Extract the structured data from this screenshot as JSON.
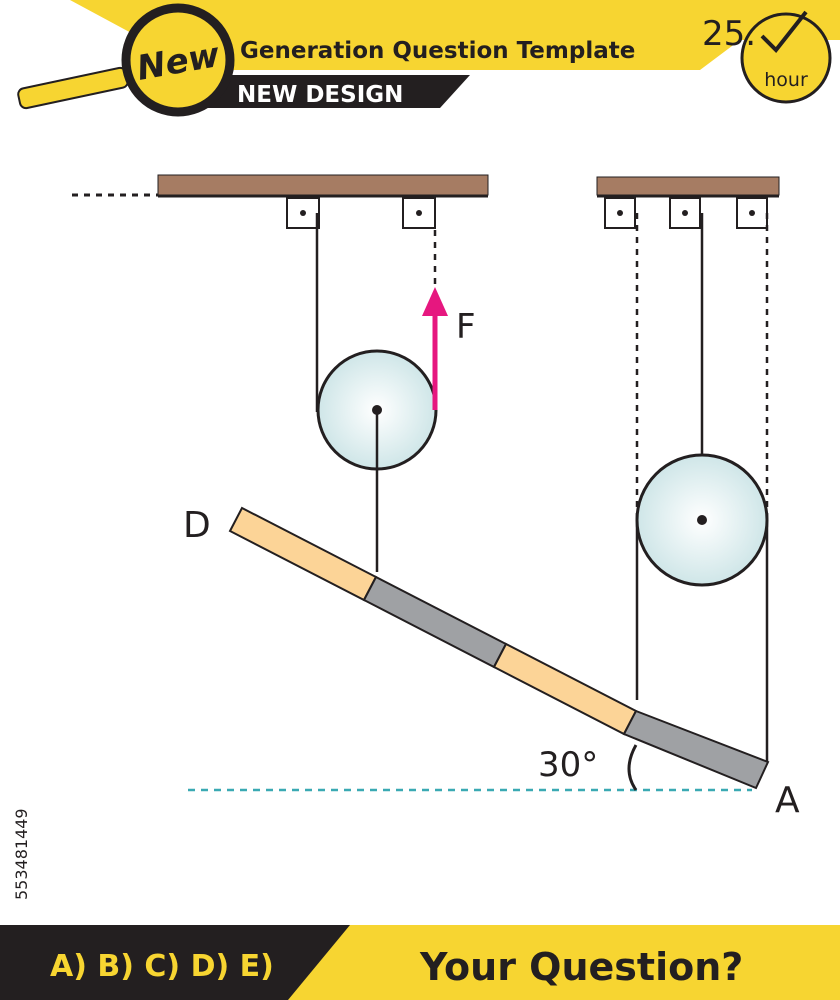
{
  "header": {
    "badge": "New",
    "title": "Generation Question Template",
    "subtitle": "NEW DESIGN",
    "timer_value": "25.",
    "timer_unit": "hour"
  },
  "diagram": {
    "force_label": "F",
    "point_d": "D",
    "point_a": "A",
    "angle_label": "30°"
  },
  "footer": {
    "answer_options": "A) B) C) D) E)",
    "question_prompt": "Your Question?"
  },
  "watermark": {
    "stock_id": "553481449"
  },
  "colors": {
    "brand_yellow": "#f7d531",
    "dark_band": "#231f20",
    "ceiling": "#a67c63",
    "force_arrow": "#e6177f",
    "dashed_ground": "#3aa9b3",
    "rod_light": "#fcd497",
    "rod_gray": "#9fa1a4",
    "pulley_fill": "#e8f4f4"
  }
}
